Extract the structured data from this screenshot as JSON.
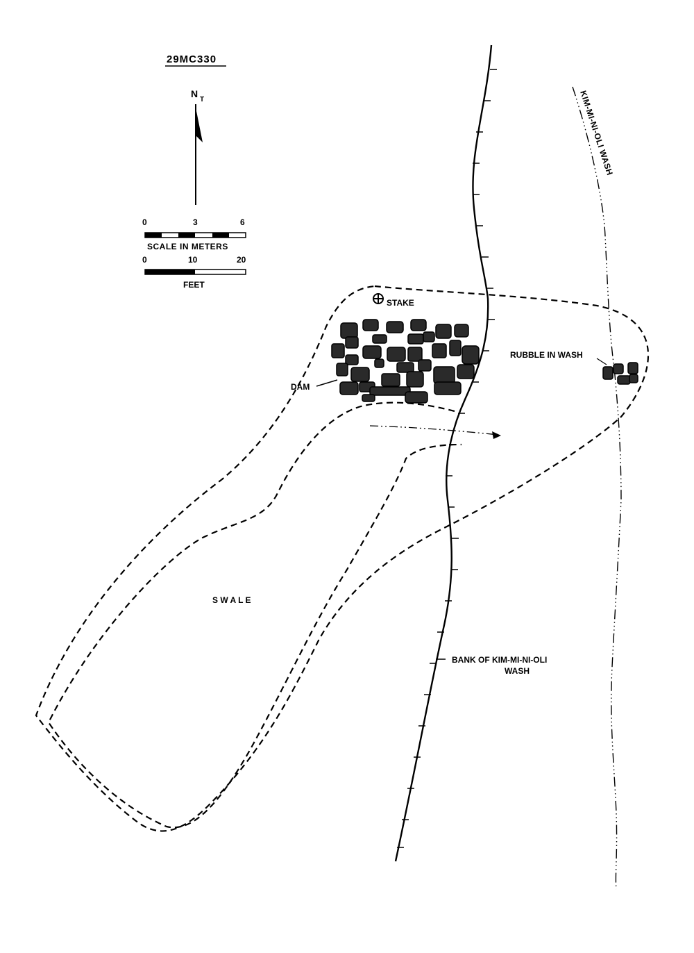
{
  "site_id": "29MC330",
  "north_arrow": {
    "label": "N",
    "subscript": "T"
  },
  "scale_meters": {
    "ticks": [
      "0",
      "3",
      "6"
    ],
    "caption": "SCALE IN METERS"
  },
  "scale_feet": {
    "ticks": [
      "0",
      "10",
      "20"
    ],
    "caption": "FEET"
  },
  "labels": {
    "stake": "STAKE",
    "dam": "DAM",
    "rubble": "RUBBLE IN WASH",
    "swale": "S W A L E",
    "bank_line1": "BANK OF KIM-MI-NI-OLI",
    "bank_line2": "WASH",
    "wash_name": "KIM-MI-NI-OLI WASH"
  },
  "colors": {
    "ink": "#000000",
    "paper": "#ffffff",
    "stone_fill": "#2a2a2a"
  }
}
